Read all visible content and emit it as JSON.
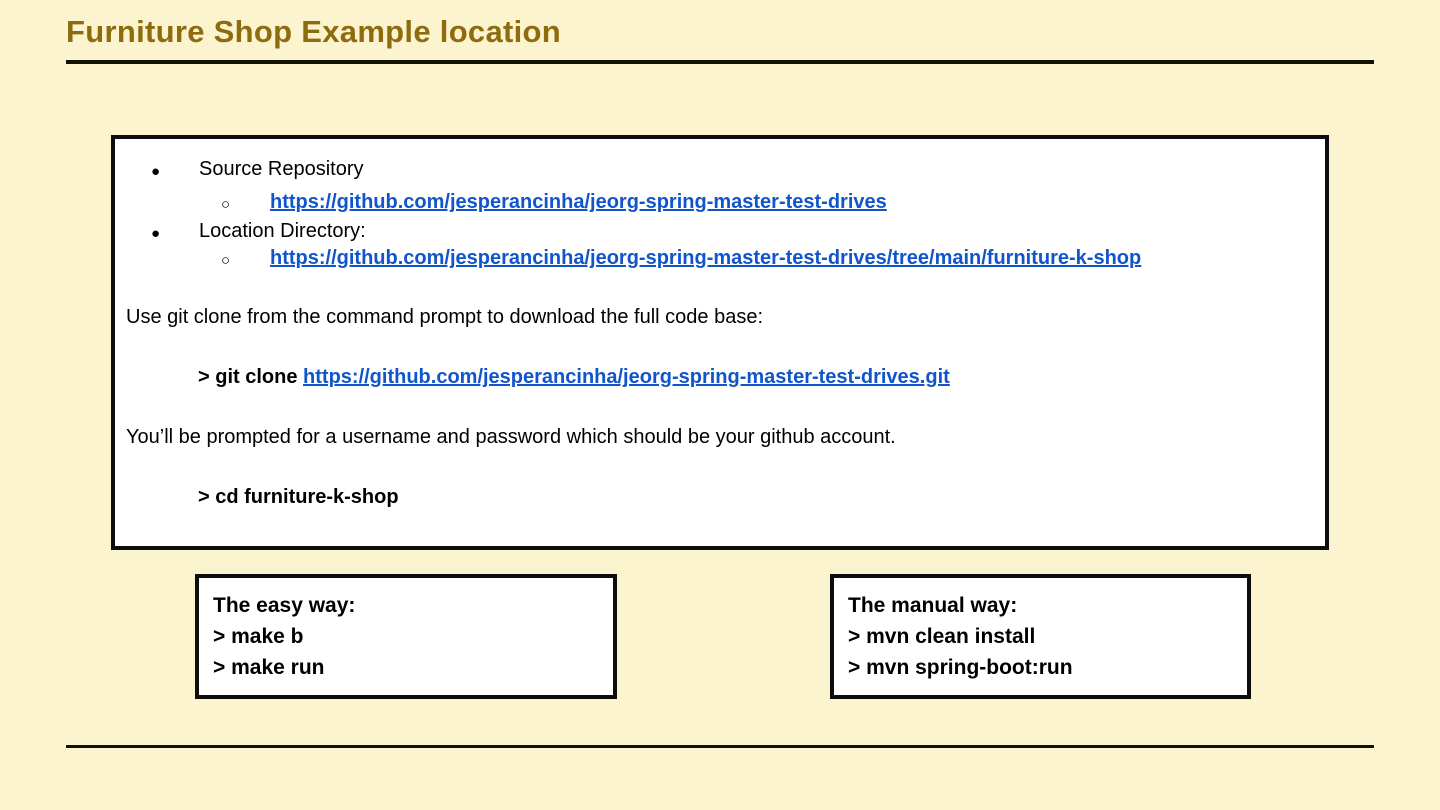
{
  "slide": {
    "title": "Furniture Shop Example location",
    "colors": {
      "background": "#FCF3CF",
      "title_text": "#8E6C0E",
      "link": "#1155CC",
      "text": "#000000",
      "border": "#0d0d0d"
    },
    "main_box": {
      "bullet1_label": "Source Repository",
      "bullet1_link": "https://github.com/jesperancinha/jeorg-spring-master-test-drives",
      "bullet2_label": "Location Directory:",
      "bullet2_link": "https://github.com/jesperancinha/jeorg-spring-master-test-drives/tree/main/furniture-k-shop",
      "paragraph1": "Use git clone from the command prompt to  download the full code base:",
      "command1_prefix": "> git clone ",
      "command1_link": "https://github.com/jesperancinha/jeorg-spring-master-test-drives.git",
      "paragraph2": "You’ll be prompted for a username and password which should be your github account.",
      "command2": "> cd furniture-k-shop"
    },
    "easy_box": {
      "title": "The easy way:",
      "lines": [
        "> make b",
        "> make run"
      ]
    },
    "manual_box": {
      "title": "The manual way:",
      "lines": [
        "> mvn clean install",
        "> mvn spring-boot:run"
      ]
    }
  }
}
